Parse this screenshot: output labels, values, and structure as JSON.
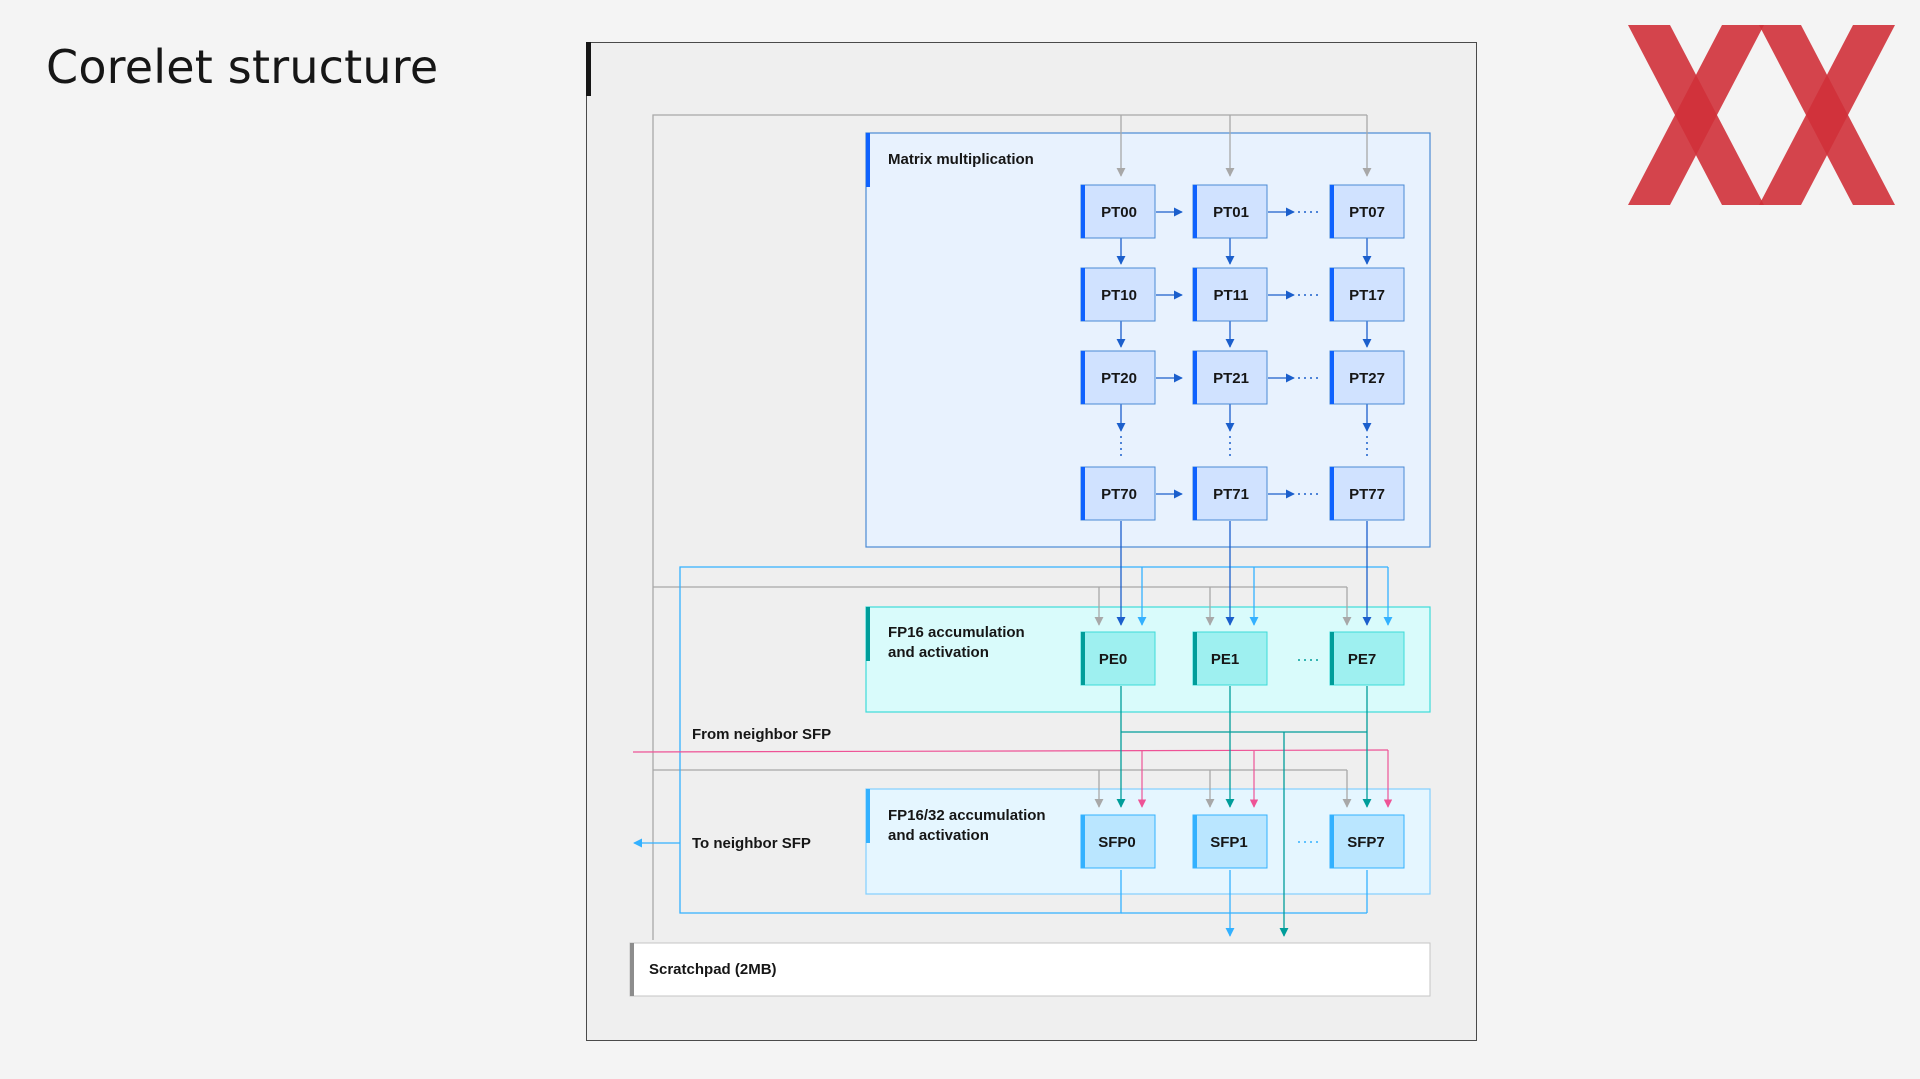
{
  "slide": {
    "title": "Corelet structure"
  },
  "logo": {
    "name": "XX-logo",
    "color": "#d0313a"
  },
  "colors": {
    "mm_block_fill": "#e8f2fe",
    "mm_block_border": "#4a8ad4",
    "pt_fill": "#d0e2ff",
    "pt_border": "#4a8ad4",
    "pt_accent": "#0f62fe",
    "pe_fill": "#9ef0f0",
    "pe_block_fill": "#d9fbfb",
    "pe_accent": "#009d9a",
    "sfp_fill": "#bae6ff",
    "sfp_block_fill": "#e5f6ff",
    "sfp_accent": "#33b1ff",
    "gray_line": "#a8a8a8",
    "blue_line": "#1b5fcc",
    "light_blue_line": "#33b1ff",
    "teal_line": "#009d9a",
    "pink_line": "#ee5396"
  },
  "diagram": {
    "matrix_block_label": "Matrix multiplication",
    "pt_rows": [
      [
        "PT00",
        "PT01",
        "PT07"
      ],
      [
        "PT10",
        "PT11",
        "PT17"
      ],
      [
        "PT20",
        "PT21",
        "PT27"
      ],
      [
        "PT70",
        "PT71",
        "PT77"
      ]
    ],
    "fp16_block_label_line1": "FP16 accumulation",
    "fp16_block_label_line2": "and activation",
    "pe_cells": [
      "PE0",
      "PE1",
      "PE7"
    ],
    "from_neighbor_label": "From neighbor SFP",
    "fp1632_block_label_line1": "FP16/32 accumulation",
    "fp1632_block_label_line2": "and activation",
    "to_neighbor_label": "To neighbor SFP",
    "sfp_cells": [
      "SFP0",
      "SFP1",
      "SFP7"
    ],
    "scratchpad_label": "Scratchpad (2MB)"
  }
}
